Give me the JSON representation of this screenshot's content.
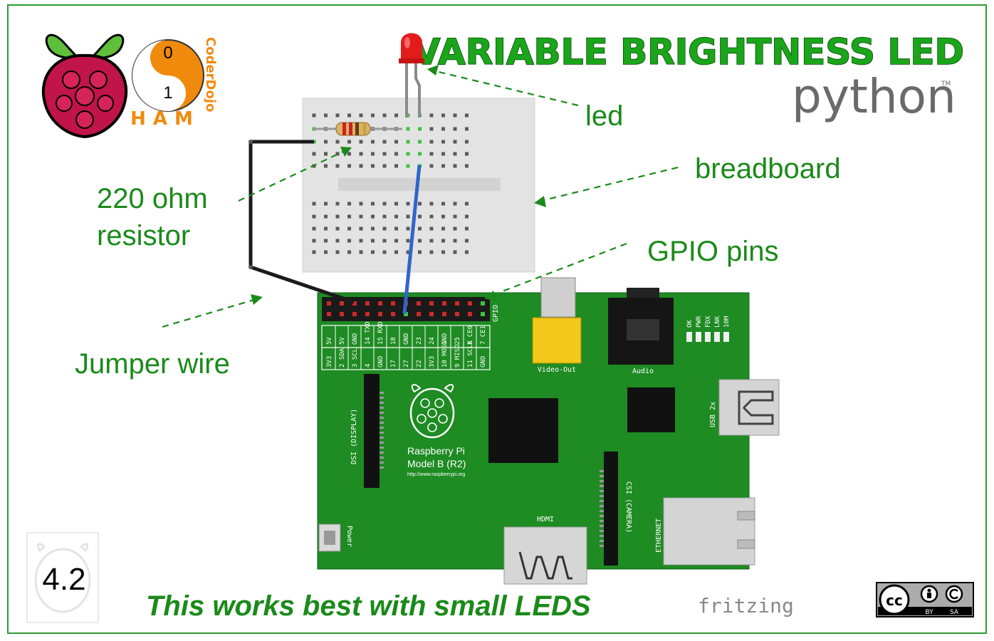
{
  "title": "VARIABLE BRIGHTNESS LED",
  "python_word": "python",
  "python_tm": "TM",
  "logo": {
    "digit_top": "0",
    "digit_bottom": "1",
    "ham": "HAM",
    "coderdojo": "CoderDojo"
  },
  "labels": {
    "led": "led",
    "breadboard": "breadboard",
    "resistor_line1": "220 ohm",
    "resistor_line2": "resistor",
    "gpio_pins": "GPIO pins",
    "jumper_wire": "Jumper wire"
  },
  "footer": {
    "note": "This works best with small LEDS",
    "fritzing": "fritzing",
    "version": "4.2",
    "cc_by": "BY",
    "cc_sa": "SA"
  },
  "board": {
    "name_line1": "Raspberry Pi",
    "name_line2": "Model B (R2)",
    "url": "http://www.raspberrypi.org",
    "video_out": "Video-Out",
    "audio": "Audio",
    "usb": "USB 2x",
    "ethernet": "ETHERNET",
    "hdmi": "HDMI",
    "power": "Power",
    "dsi": "DSI (DISPLAY)",
    "csi": "CSI (CAMERA)",
    "gpio": "GPIO",
    "leds": [
      "OK",
      "PWR",
      "FDX",
      "LNK",
      "10M"
    ],
    "pins_top": [
      "5V",
      "5V",
      "GND",
      "14 TXD",
      "15 RXD",
      "18",
      "GND",
      "23",
      "24",
      "GND",
      "25",
      "8 CE0",
      "7 CE1"
    ],
    "pins_bottom": [
      "3V3",
      "2 SDA",
      "3 SCL",
      "4",
      "GND",
      "17",
      "27",
      "22",
      "3V3",
      "10 MOSI",
      "9 MISO",
      "11 SCLK",
      "GND"
    ]
  },
  "colors": {
    "accent_green": "#1a8a1a",
    "board_green": "#1e8b23",
    "wire_blue": "#2f66cc",
    "wire_black": "#1b1b1b",
    "led_red": "#e21b1b"
  }
}
